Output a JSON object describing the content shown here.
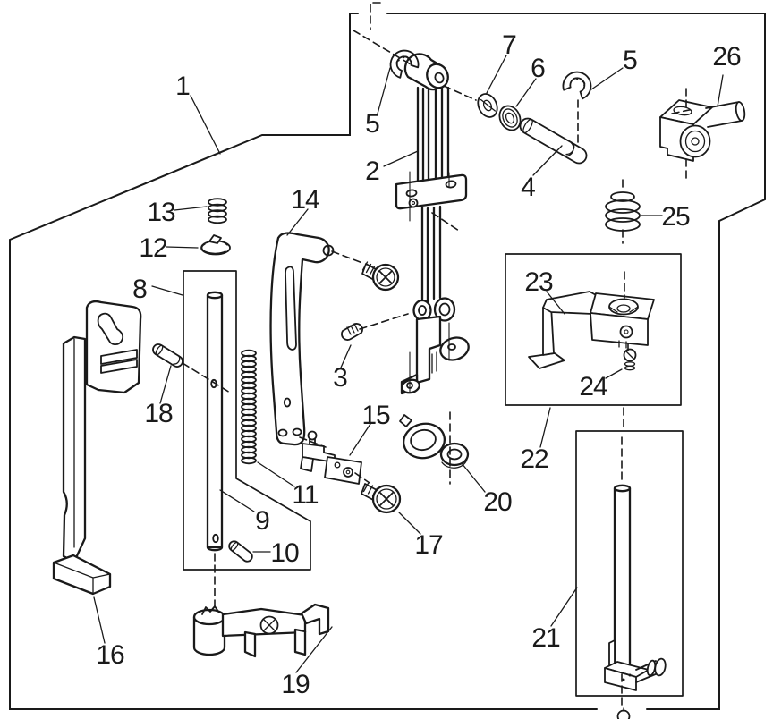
{
  "diagram": {
    "description": "Exploded parts diagram with numbered callouts",
    "colors": {
      "line": "#1a1a1a",
      "background": "#ffffff"
    },
    "callouts": {
      "c1": "1",
      "c2": "2",
      "c3": "3",
      "c4": "4",
      "c5a": "5",
      "c5b": "5",
      "c6": "6",
      "c7": "7",
      "c8": "8",
      "c9": "9",
      "c10": "10",
      "c11": "11",
      "c12": "12",
      "c13": "13",
      "c14": "14",
      "c15": "15",
      "c16": "16",
      "c17": "17",
      "c18": "18",
      "c19": "19",
      "c20": "20",
      "c21": "21",
      "c22": "22",
      "c23": "23",
      "c24": "24",
      "c25": "25",
      "c26": "26"
    }
  }
}
